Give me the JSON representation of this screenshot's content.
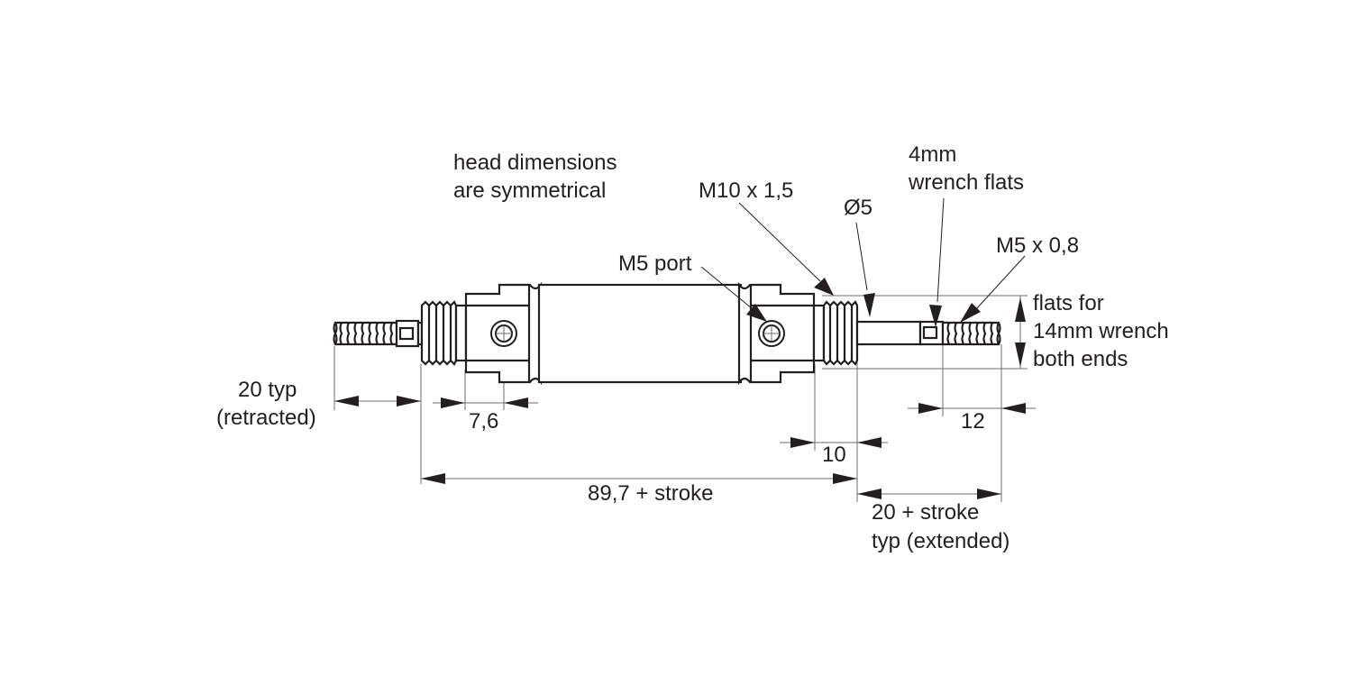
{
  "drawing": {
    "title": "Pneumatic cylinder dimension drawing",
    "line_color": "#231f20",
    "dimension_line_color": "#6d6e71",
    "background": "#ffffff"
  },
  "notes": {
    "head_symmetry": [
      "head dimensions",
      "are symmetrical"
    ]
  },
  "callouts": {
    "m5_port": "M5 port",
    "mount_thread": "M10 x 1,5",
    "rod_diameter": "Ø5",
    "wrench_flats": [
      "4mm",
      "wrench flats"
    ],
    "rod_thread": "M5 x 0,8",
    "head_flats": [
      "flats for",
      "14mm wrench",
      "both ends"
    ]
  },
  "dimensions": {
    "retracted_rod": [
      "20 typ",
      "(retracted)"
    ],
    "port_offset": "7,6",
    "body_length": "89,7 + stroke",
    "thread_length": "10",
    "rod_thread_length": "12",
    "extended_rod": [
      "20 + stroke",
      "typ (extended)"
    ]
  }
}
